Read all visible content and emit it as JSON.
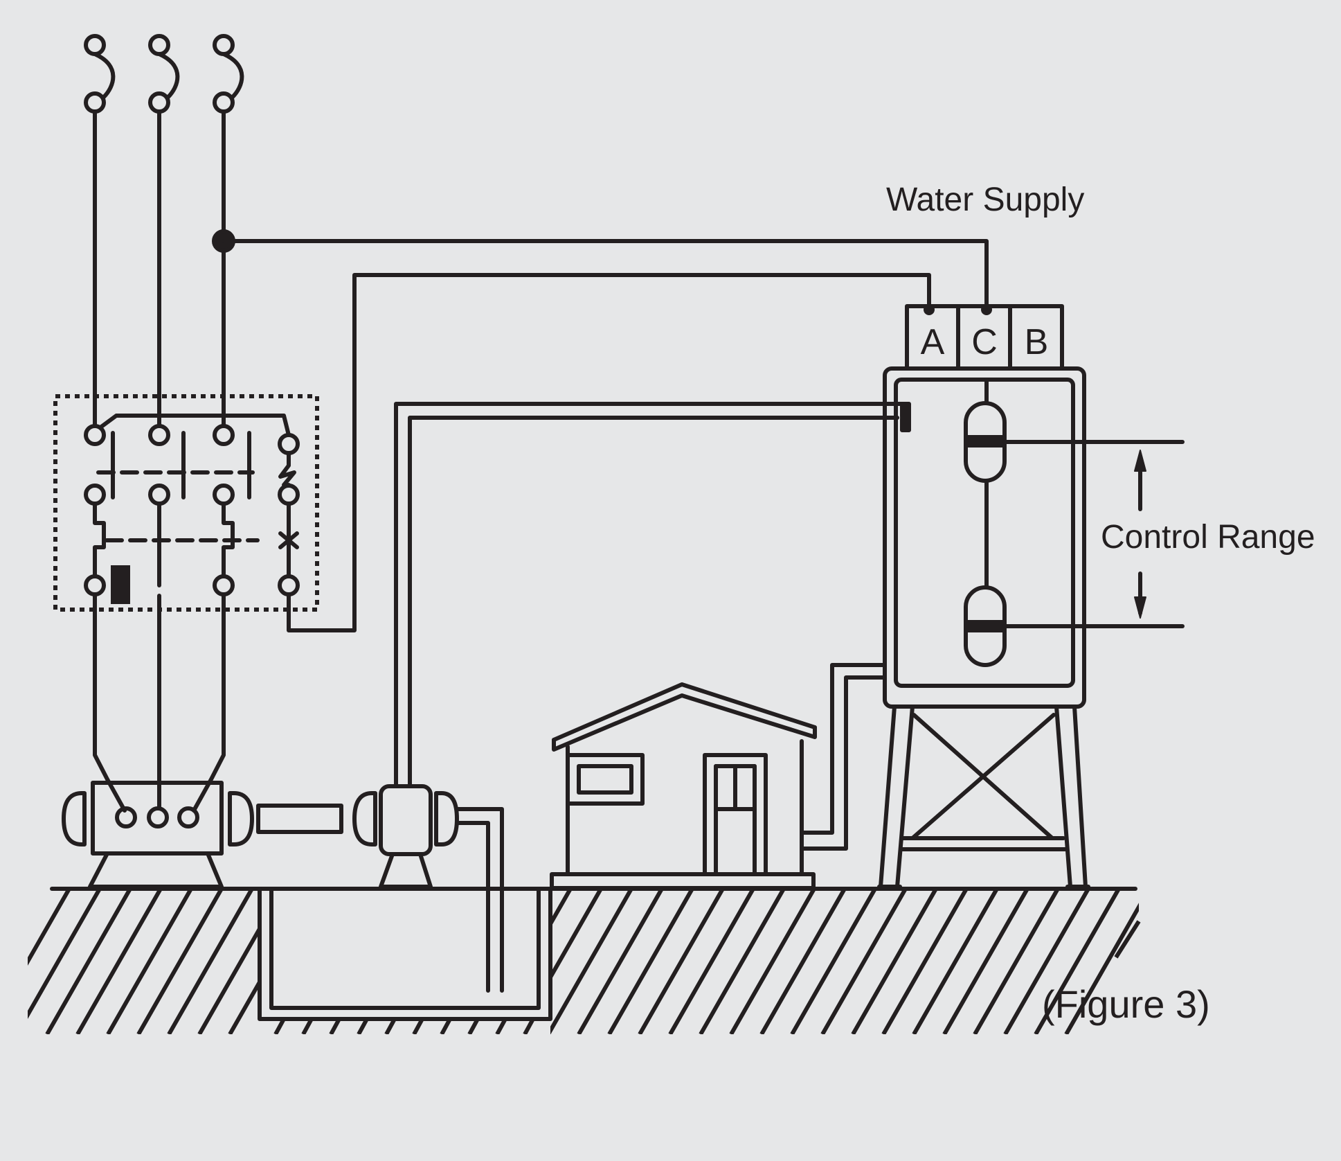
{
  "labels": {
    "water_supply": "Water Supply",
    "control_range": "Control Range",
    "figure": "(Figure 3)"
  },
  "terminals": {
    "a": "A",
    "c": "C",
    "b": "B"
  },
  "colors": {
    "background": "#e6e7e8",
    "line": "#231f20"
  }
}
